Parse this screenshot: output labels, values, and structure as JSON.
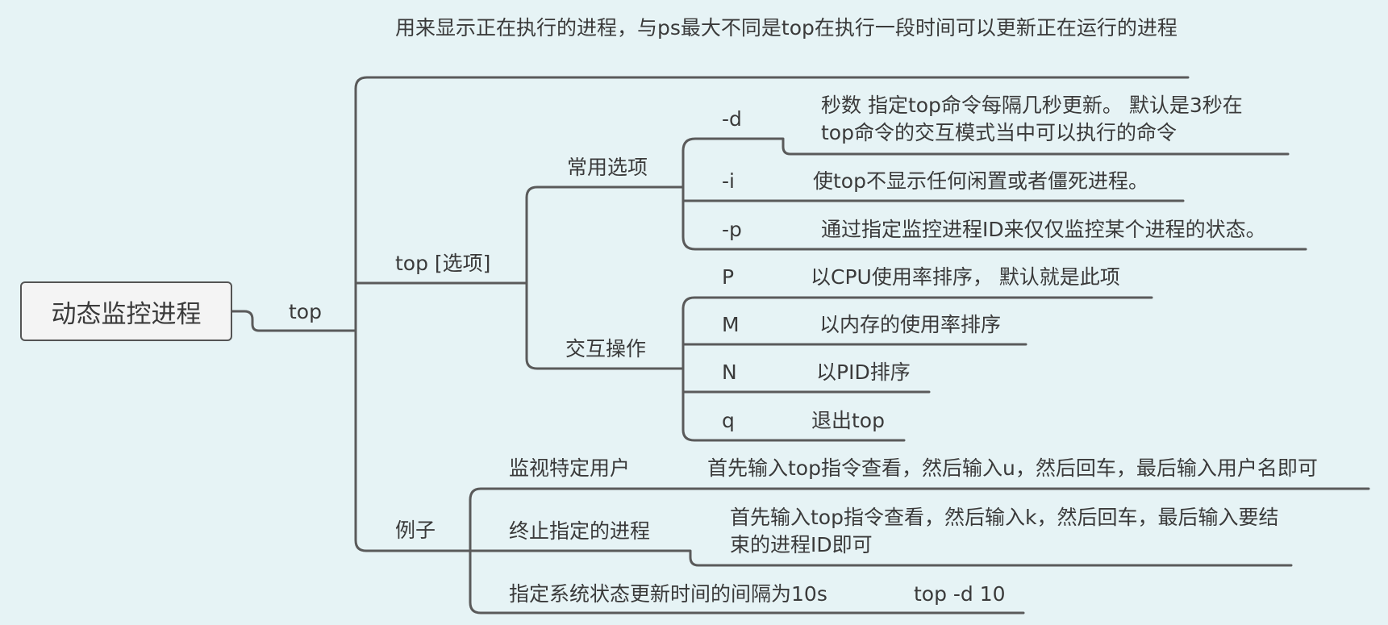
{
  "root": {
    "label": "动态监控进程"
  },
  "top": {
    "label": "top",
    "description": "用来显示正在执行的进程，与ps最大不同是top在执行一段时间可以更新正在运行的进程",
    "syntax": {
      "label": "top [选项]",
      "options": {
        "label": "常用选项",
        "items": [
          {
            "key": "-d",
            "desc": "秒数 指定top命令每隔几秒更新。 默认是3秒在top命令的交互模式当中可以执行的命令"
          },
          {
            "key": "-i",
            "desc": "使top不显示任何闲置或者僵死进程。"
          },
          {
            "key": "-p",
            "desc": "通过指定监控进程ID来仅仅监控某个进程的状态。"
          }
        ]
      },
      "interactive": {
        "label": "交互操作",
        "items": [
          {
            "key": "P",
            "desc": "以CPU使用率排序， 默认就是此项"
          },
          {
            "key": "M",
            "desc": "以内存的使用率排序"
          },
          {
            "key": "N",
            "desc": "以PID排序"
          },
          {
            "key": "q",
            "desc": "退出top"
          }
        ]
      }
    },
    "examples": {
      "label": "例子",
      "items": [
        {
          "label": "监视特定用户",
          "desc": "首先输入top指令查看，然后输入u，然后回车，最后输入用户名即可"
        },
        {
          "label": "终止指定的进程",
          "desc": "首先输入top指令查看，然后输入k，然后回车，最后输入要结束的进程ID即可"
        },
        {
          "label": "指定系统状态更新时间的间隔为10s",
          "desc": "top -d 10"
        }
      ]
    }
  }
}
